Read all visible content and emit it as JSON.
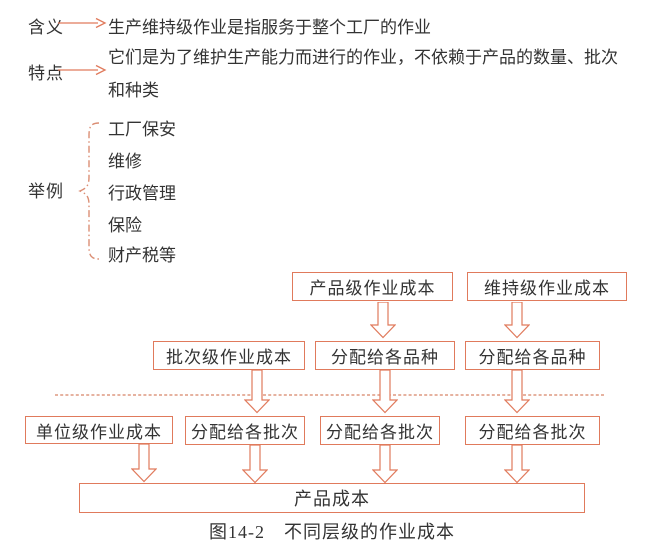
{
  "colors": {
    "accent": "#E07A5C",
    "dash": "#DB8E74",
    "text": "#333333"
  },
  "definitions": [
    {
      "label": "含义",
      "lines": [
        "生产维持级作业是指服务于整个工厂的作业"
      ]
    },
    {
      "label": "特点",
      "lines": [
        "它们是为了维护生产能力而进行的作业，不依赖于产品的数量、批次",
        "和种类"
      ]
    }
  ],
  "examples": {
    "label": "举例",
    "items": [
      "工厂保安",
      "维修",
      "行政管理",
      "保险",
      "财产税等"
    ]
  },
  "flowchart": {
    "row1": [
      "产品级作业成本",
      "维持级作业成本"
    ],
    "row2": [
      "批次级作业成本",
      "分配给各品种",
      "分配给各品种"
    ],
    "row3": [
      "单位级作业成本",
      "分配给各批次",
      "分配给各批次",
      "分配给各批次"
    ],
    "bottom": "产品成本"
  },
  "caption": "图14-2　不同层级的作业成本"
}
